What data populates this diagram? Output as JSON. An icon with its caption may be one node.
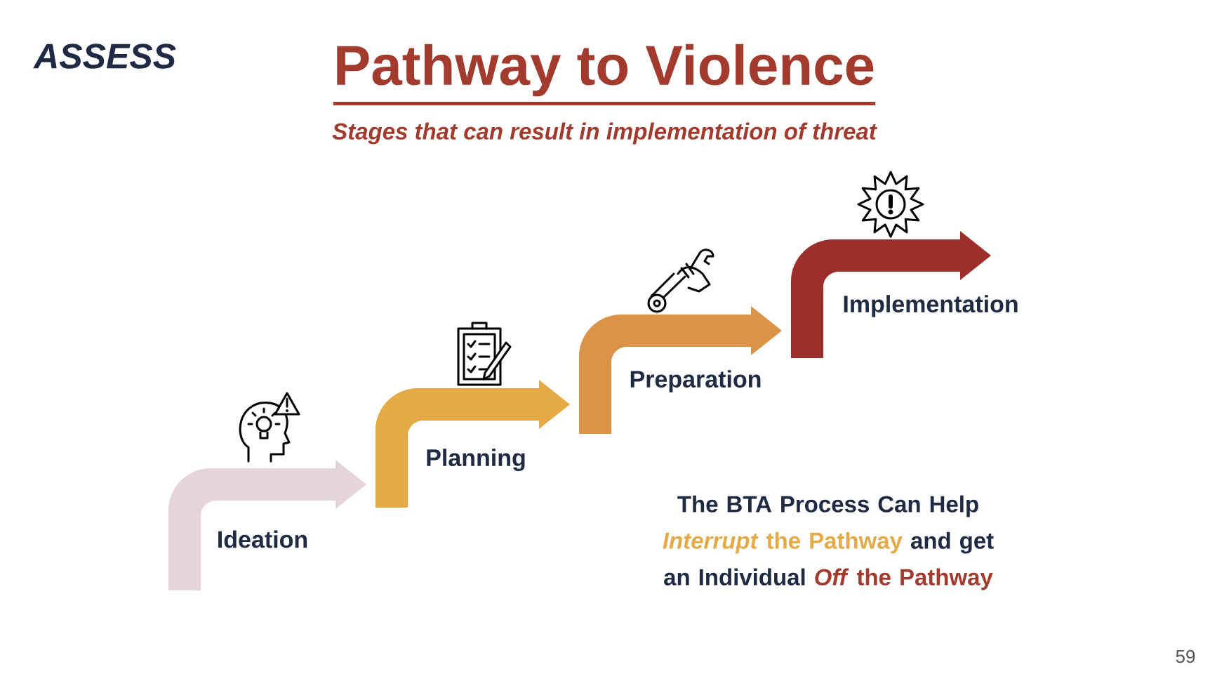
{
  "diagram": {
    "title": "Pathway to Violence",
    "caption": "Stages that can result in implementation of threat",
    "nodes": [
      {
        "text": [
          "Ideation"
        ]
      },
      {
        "text": [
          "Planning"
        ]
      },
      {
        "text": [
          "Preparation"
        ]
      },
      {
        "text": [
          "Implementation"
        ]
      }
    ],
    "edges": [
      {
        "from": 0,
        "to": 1,
        "arrow": "to",
        "color": "#e6d3dc"
      },
      {
        "from": 1,
        "to": 2,
        "arrow": "to",
        "color": "#e5aa45"
      },
      {
        "from": 2,
        "to": 3,
        "arrow": "to",
        "color": "#db9447"
      },
      {
        "from": 3,
        "to": null,
        "arrow": "to",
        "color": "#9c2f2c"
      }
    ],
    "labels": [
      "ASSESS",
      "The BTA Process Can Help",
      "*Interrupt* the Pathway",
      "and get an Individual",
      "*Off* the Pathway",
      "59"
    ]
  }
}
